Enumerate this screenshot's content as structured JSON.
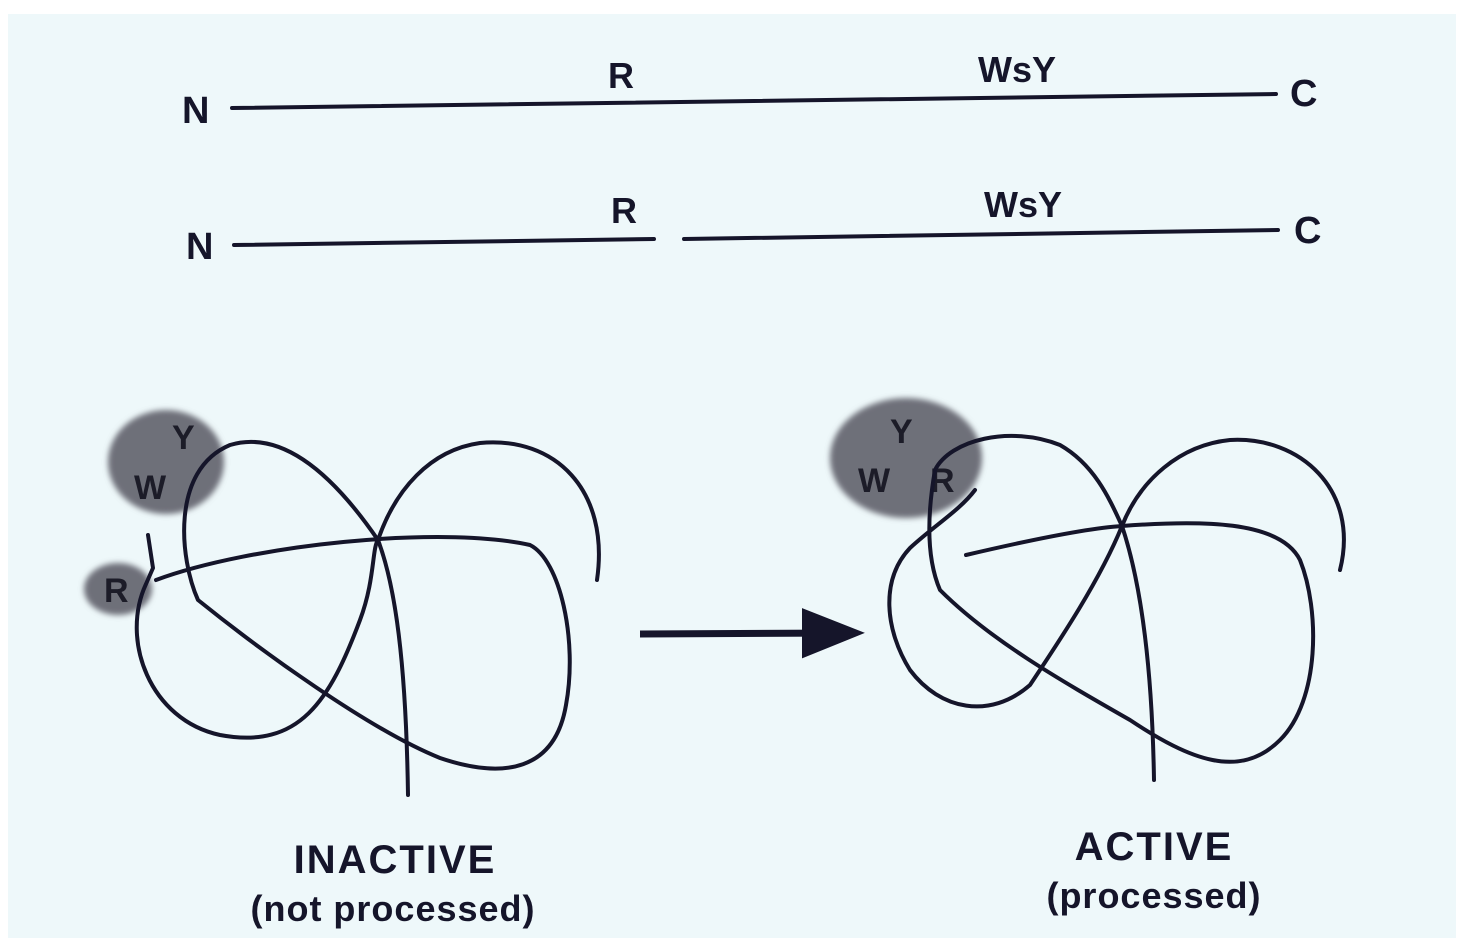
{
  "linear_chains": [
    {
      "n_label": "N",
      "c_label": "C",
      "residue_r": "R",
      "residue_wsy": "WsY",
      "state": "intact"
    },
    {
      "n_label": "N",
      "c_label": "C",
      "residue_r": "R",
      "residue_wsy": "WsY",
      "state": "cleaved"
    }
  ],
  "folded": {
    "inactive": {
      "blob_top": {
        "y": "Y",
        "w": "W"
      },
      "blob_r": "R",
      "title": "INACTIVE",
      "subtitle": "(not processed)"
    },
    "active": {
      "blob": {
        "y": "Y",
        "w": "W",
        "r": "R"
      },
      "title": "ACTIVE",
      "subtitle": "(processed)"
    }
  },
  "colors": {
    "ink": "#15152a",
    "background": "#eef8fa",
    "blob": "#6e7079"
  }
}
